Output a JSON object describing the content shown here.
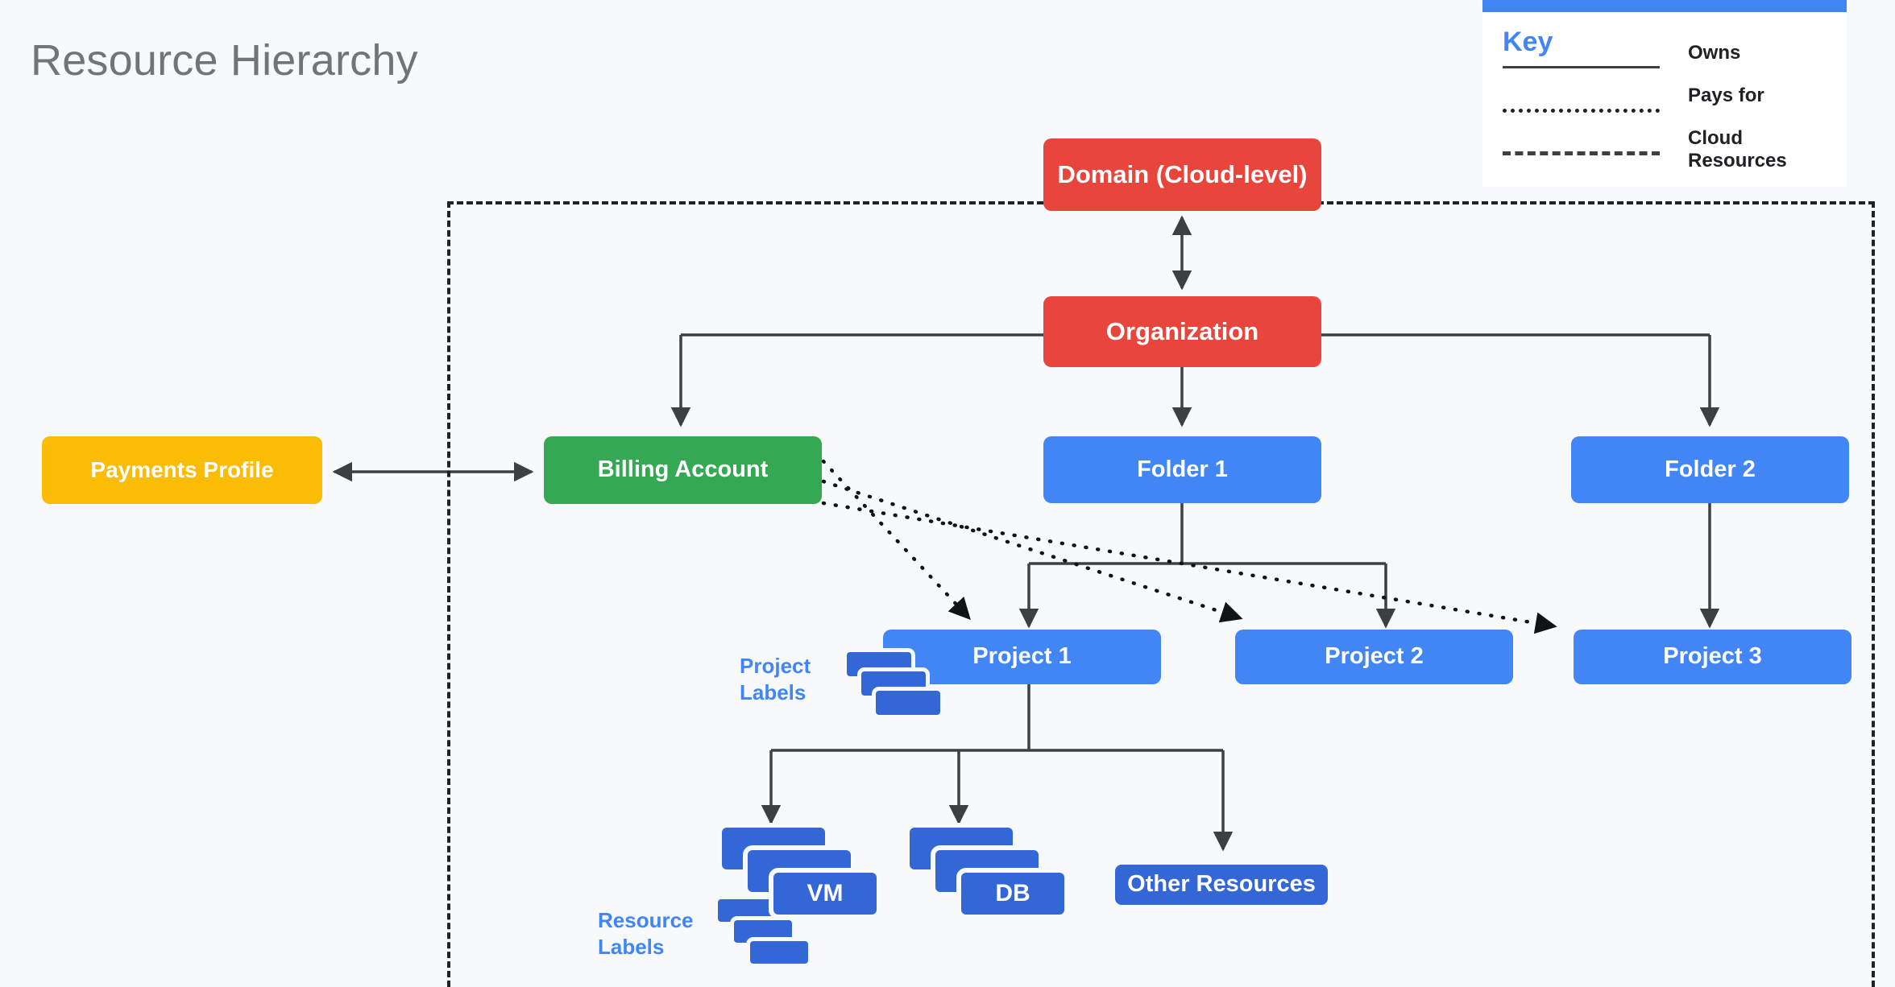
{
  "page": {
    "title": "Resource Hierarchy",
    "background_color": "#f7f9fa",
    "title_color": "#70757a"
  },
  "colors": {
    "red": "#e8453c",
    "green": "#34a853",
    "yellow": "#fabc05",
    "blue": "#4285f4",
    "dark_blue": "#3367d6",
    "edge": "#3c4043",
    "boundary": "#202124"
  },
  "key": {
    "title": "Key",
    "accent_color": "#4285f4",
    "rows": [
      {
        "style": "solid",
        "label": "Owns"
      },
      {
        "style": "dotted",
        "label": "Pays for"
      },
      {
        "style": "dashed",
        "label": "Cloud\nResources"
      }
    ]
  },
  "nodes": {
    "domain": {
      "label": "Domain (Cloud-level)",
      "color": "red"
    },
    "organization": {
      "label": "Organization",
      "color": "red"
    },
    "payments": {
      "label": "Payments Profile",
      "color": "yellow"
    },
    "billing": {
      "label": "Billing Account",
      "color": "green"
    },
    "folder1": {
      "label": "Folder 1",
      "color": "blue"
    },
    "folder2": {
      "label": "Folder 2",
      "color": "blue"
    },
    "project1": {
      "label": "Project 1",
      "color": "blue"
    },
    "project2": {
      "label": "Project 2",
      "color": "blue"
    },
    "project3": {
      "label": "Project 3",
      "color": "blue"
    },
    "vm": {
      "label": "VM",
      "color": "dark_blue"
    },
    "db": {
      "label": "DB",
      "color": "dark_blue"
    },
    "other": {
      "label": "Other Resources",
      "color": "dark_blue"
    }
  },
  "annotations": {
    "project_labels": "Project\nLabels",
    "resource_labels": "Resource\nLabels"
  },
  "relationships": {
    "owns": [
      "Domain (Cloud-level) <-> Organization",
      "Organization -> Billing Account",
      "Organization -> Folder 1",
      "Organization -> Folder 2",
      "Payments Profile <-> Billing Account",
      "Folder 1 -> Project 1",
      "Folder 1 -> Project 2",
      "Folder 2 -> Project 3",
      "Project 1 -> VM",
      "Project 1 -> DB",
      "Project 1 -> Other Resources"
    ],
    "pays_for": [
      "Billing Account -> Project 1",
      "Billing Account -> Project 2",
      "Billing Account -> Project 3"
    ]
  }
}
